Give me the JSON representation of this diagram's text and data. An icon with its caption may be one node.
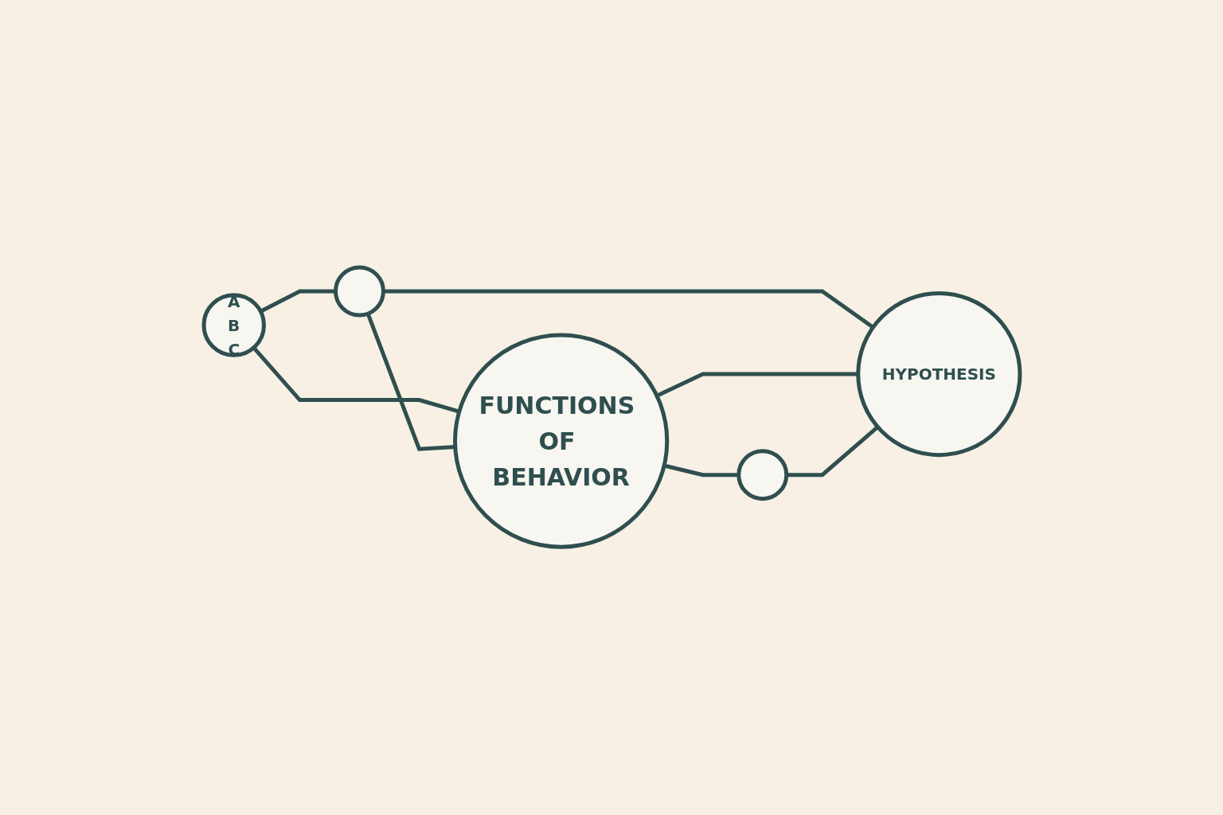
{
  "diagram": {
    "nodes": [
      {
        "text": [
          "A",
          "B",
          "C"
        ]
      },
      {
        "text": [],
        "shape": "circle"
      },
      {
        "text": [
          "FUNCTIONS OF BEHAVIOR"
        ]
      },
      {
        "text": [],
        "shape": "circle"
      },
      {
        "text": [
          "HYPOTHESIS"
        ]
      }
    ],
    "edges": [
      {
        "from": 0,
        "to": 1,
        "arrow": "none"
      },
      {
        "from": 0,
        "to": 2,
        "arrow": "none"
      },
      {
        "from": 1,
        "to": 2,
        "arrow": "none"
      },
      {
        "from": 1,
        "to": 4,
        "arrow": "none"
      },
      {
        "from": 2,
        "to": 4,
        "arrow": "none"
      },
      {
        "from": 2,
        "to": 3,
        "arrow": "none"
      },
      {
        "from": 3,
        "to": 4,
        "arrow": "none"
      }
    ]
  }
}
